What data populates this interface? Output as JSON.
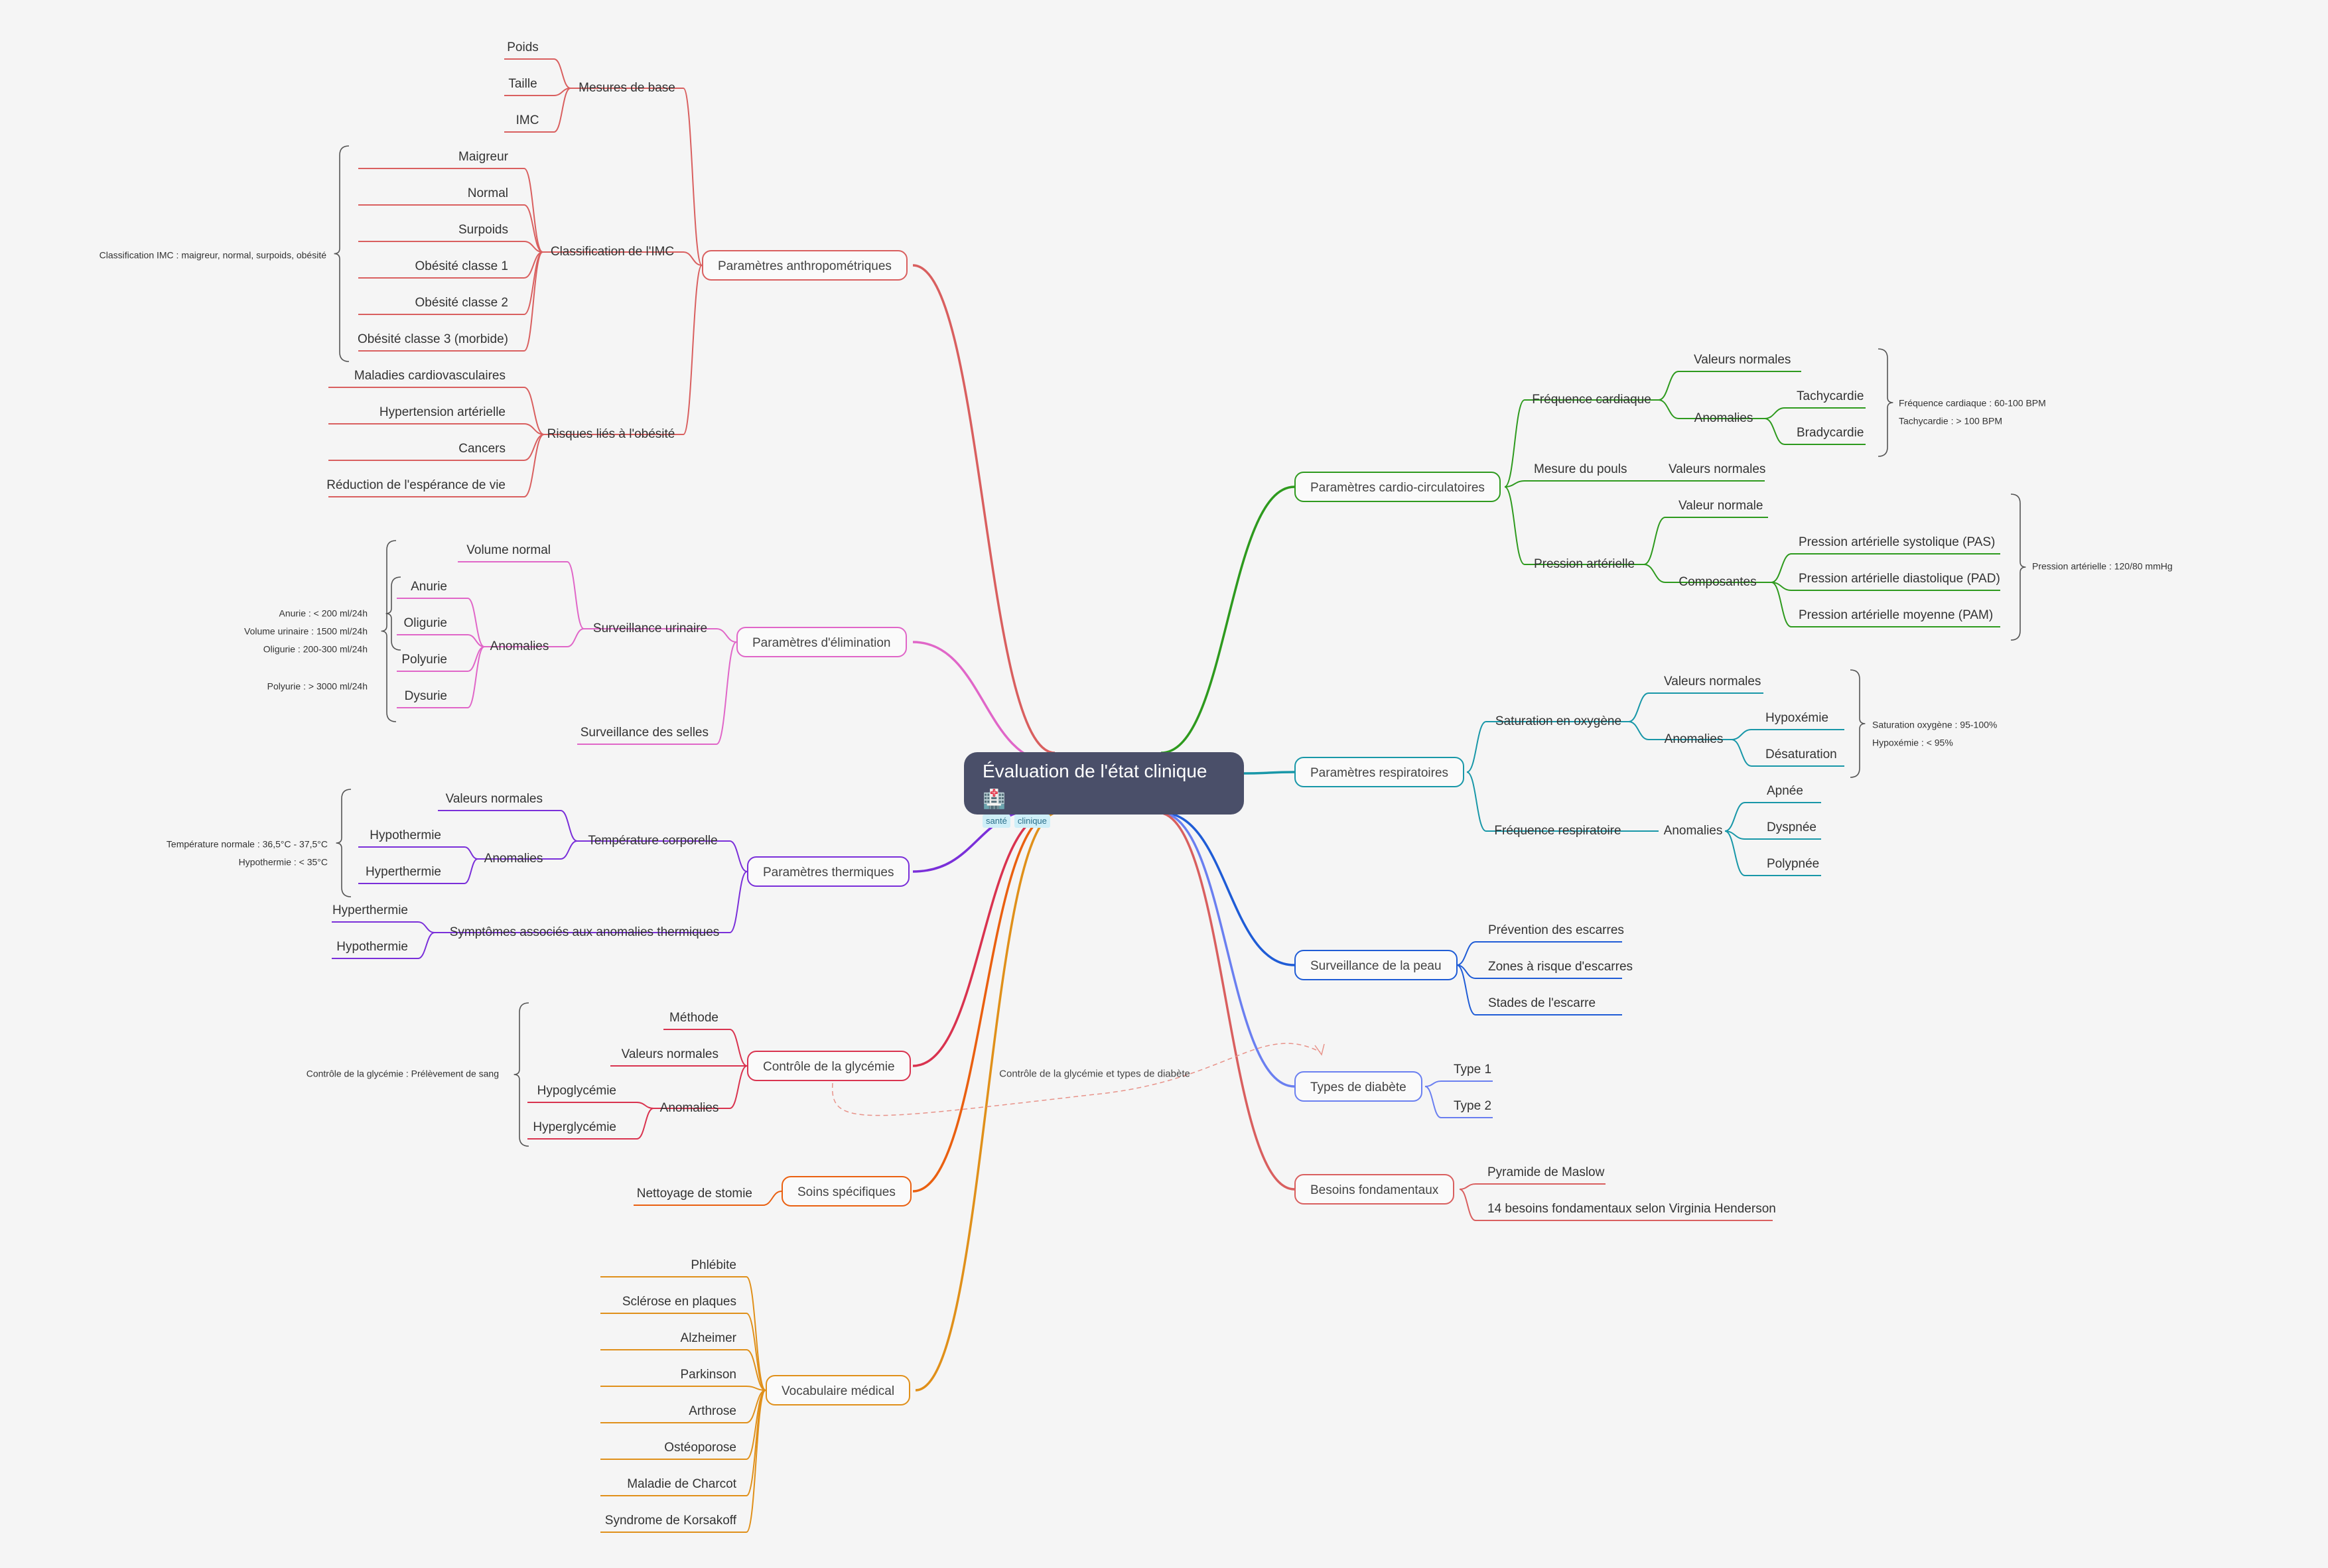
{
  "root": {
    "title": "Évaluation de l'état clinique 🏥",
    "tags": [
      "santé",
      "clinique"
    ]
  },
  "relation_label": "Contrôle de la glycémie et types de diabète",
  "colors": {
    "anthro": "#d95f5f",
    "elim": "#e066c8",
    "therm": "#7a2fd9",
    "gly": "#d9334f",
    "soins": "#ea6010",
    "vocab": "#e0901a",
    "cardio": "#2e9a1e",
    "resp": "#1897a8",
    "peau": "#1f5cd6",
    "diab": "#6a7ff0",
    "besoins": "#d95f5f"
  },
  "branches": {
    "anthro": {
      "label": "Paramètres anthropométriques",
      "mesures": {
        "label": "Mesures de base",
        "items": [
          "Poids",
          "Taille",
          "IMC"
        ]
      },
      "classif": {
        "label": "Classification de l'IMC",
        "items": [
          "Maigreur",
          "Normal",
          "Surpoids",
          "Obésité classe 1",
          "Obésité classe 2",
          "Obésité classe 3 (morbide)"
        ],
        "note": "Classification IMC : maigreur, normal, surpoids, obésité"
      },
      "risques": {
        "label": "Risques liés à l'obésité",
        "items": [
          "Maladies cardiovasculaires",
          "Hypertension artérielle",
          "Cancers",
          "Réduction de l'espérance de vie"
        ]
      }
    },
    "elim": {
      "label": "Paramètres d'élimination",
      "urinaire": {
        "label": "Surveillance urinaire",
        "normal": "Volume normal",
        "anomalies": "Anomalies",
        "items": [
          "Anurie",
          "Oligurie",
          "Polyurie",
          "Dysurie"
        ],
        "notes": [
          "Anurie : < 200 ml/24h",
          "Volume urinaire : 1500 ml/24h",
          "Oligurie : 200-300 ml/24h",
          "Polyurie : > 3000 ml/24h"
        ]
      },
      "selles": "Surveillance des selles"
    },
    "therm": {
      "label": "Paramètres thermiques",
      "temp": {
        "label": "Température corporelle",
        "normal": "Valeurs normales",
        "anomalies": "Anomalies",
        "items": [
          "Hypothermie",
          "Hyperthermie"
        ],
        "notes": [
          "Température normale : 36,5°C - 37,5°C",
          "Hypothermie : < 35°C"
        ]
      },
      "symptomes": {
        "label": "Symptômes associés aux anomalies thermiques",
        "items": [
          "Hyperthermie",
          "Hypothermie"
        ]
      }
    },
    "gly": {
      "label": "Contrôle de la glycémie",
      "methode": "Méthode",
      "normales": "Valeurs normales",
      "anomalies": "Anomalies",
      "items": [
        "Hypoglycémie",
        "Hyperglycémie"
      ],
      "note": "Contrôle de la glycémie : Prélèvement de sang"
    },
    "soins": {
      "label": "Soins spécifiques",
      "items": [
        "Nettoyage de stomie"
      ]
    },
    "vocab": {
      "label": "Vocabulaire médical",
      "items": [
        "Phlébite",
        "Sclérose en plaques",
        "Alzheimer",
        "Parkinson",
        "Arthrose",
        "Ostéoporose",
        "Maladie de Charcot",
        "Syndrome de Korsakoff"
      ]
    },
    "cardio": {
      "label": "Paramètres cardio-circulatoires",
      "freq": {
        "label": "Fréquence cardiaque",
        "normales": "Valeurs normales",
        "anomalies": "Anomalies",
        "items": [
          "Tachycardie",
          "Bradycardie"
        ],
        "notes": [
          "Fréquence cardiaque : 60-100 BPM",
          "Tachycardie : > 100 BPM"
        ]
      },
      "pouls": {
        "label": "Mesure du pouls",
        "normales": "Valeurs normales"
      },
      "pression": {
        "label": "Pression artérielle",
        "normale": "Valeur normale",
        "composantes": "Composantes",
        "items": [
          "Pression artérielle systolique (PAS)",
          "Pression artérielle diastolique (PAD)",
          "Pression artérielle moyenne (PAM)"
        ],
        "note": "Pression artérielle : 120/80 mmHg"
      }
    },
    "resp": {
      "label": "Paramètres respiratoires",
      "sat": {
        "label": "Saturation en oxygène",
        "normales": "Valeurs normales",
        "anomalies": "Anomalies",
        "items": [
          "Hypoxémie",
          "Désaturation"
        ],
        "notes": [
          "Saturation oxygène : 95-100%",
          "Hypoxémie : < 95%"
        ]
      },
      "freq": {
        "label": "Fréquence respiratoire",
        "anomalies": "Anomalies",
        "items": [
          "Apnée",
          "Dyspnée",
          "Polypnée"
        ]
      }
    },
    "peau": {
      "label": "Surveillance de la peau",
      "items": [
        "Prévention des escarres",
        "Zones à risque d'escarres",
        "Stades de l'escarre"
      ]
    },
    "diab": {
      "label": "Types de diabète",
      "items": [
        "Type 1",
        "Type 2"
      ]
    },
    "besoins": {
      "label": "Besoins fondamentaux",
      "items": [
        "Pyramide de Maslow",
        "14 besoins fondamentaux selon Virginia Henderson"
      ]
    }
  }
}
